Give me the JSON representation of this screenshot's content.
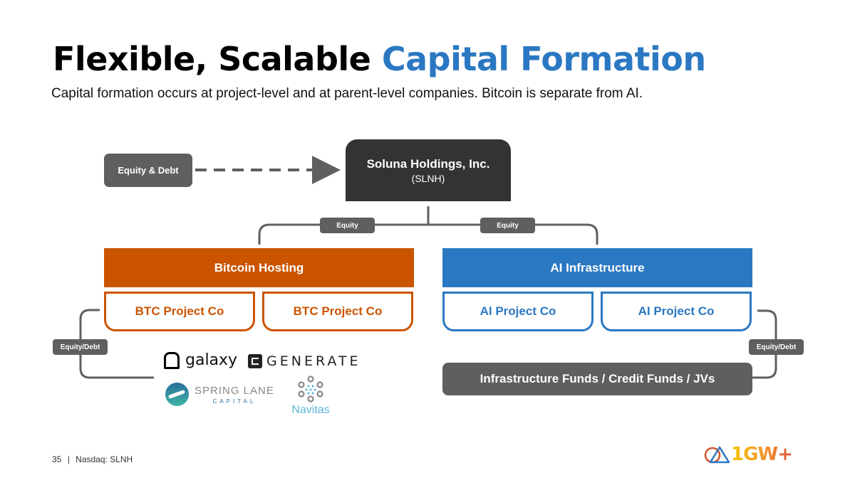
{
  "slide": {
    "title_part1": "Flexible, Scalable ",
    "title_part2": "Capital Formation",
    "subtitle": "Capital formation occurs at project-level and at parent-level companies. Bitcoin is separate from AI.",
    "accent_color": "#2b78c2",
    "btc_color": "#cb5401"
  },
  "diagram": {
    "external_source": "Equity & Debt",
    "parent": {
      "name": "Soluna Holdings, Inc.",
      "ticker": "(SLNH)"
    },
    "edge_labels": {
      "left": "Equity",
      "right": "Equity"
    },
    "segments": [
      {
        "title": "Bitcoin Hosting",
        "project_cos": [
          "BTC Project Co",
          "BTC Project Co"
        ],
        "side_label": "Equity/Debt"
      },
      {
        "title": "AI Infrastructure",
        "project_cos": [
          "AI Project Co",
          "AI Project Co"
        ],
        "side_label": "Equity/Debt"
      }
    ],
    "ai_funding": "Infrastructure Funds / Credit Funds / JVs",
    "btc_partners": {
      "galaxy": "galaxy",
      "generate": "GENERATE",
      "springlane_l1": "SPRING LANE",
      "springlane_l2": "CAPITAL",
      "navitas": "Navitas"
    }
  },
  "footer": {
    "page_number": "35",
    "separator": "|",
    "exchange": "Nasdaq: SLNH",
    "brand_logo": "1GW+"
  }
}
